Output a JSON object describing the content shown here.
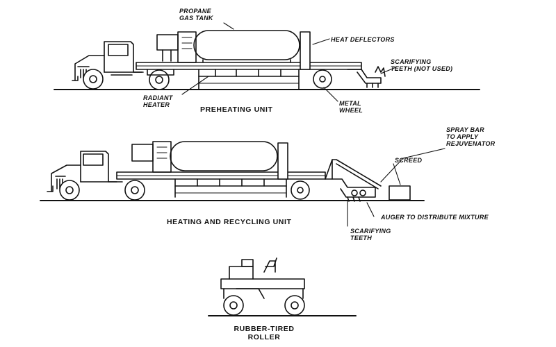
{
  "colors": {
    "ink": "#111111",
    "paper": "#ffffff"
  },
  "preheating": {
    "caption": "PREHEATING UNIT",
    "propane_tank": [
      "PROPANE",
      "GAS TANK"
    ],
    "heat_deflectors": "HEAT DEFLECTORS",
    "scarifying_teeth_unused": [
      "SCARIFYING",
      "TEETH (NOT USED)"
    ],
    "radiant_heater": [
      "RADIANT",
      "HEATER"
    ],
    "metal_wheel": [
      "METAL",
      "WHEEL"
    ]
  },
  "recycling": {
    "caption": "HEATING AND RECYCLING UNIT",
    "spray_bar": [
      "SPRAY BAR",
      "TO APPLY",
      "REJUVENATOR"
    ],
    "screed": "SCREED",
    "auger": "AUGER TO DISTRIBUTE MIXTURE",
    "scarifying_teeth": [
      "SCARIFYING",
      "TEETH"
    ]
  },
  "roller": {
    "caption": [
      "RUBBER-TIRED",
      "ROLLER"
    ]
  }
}
